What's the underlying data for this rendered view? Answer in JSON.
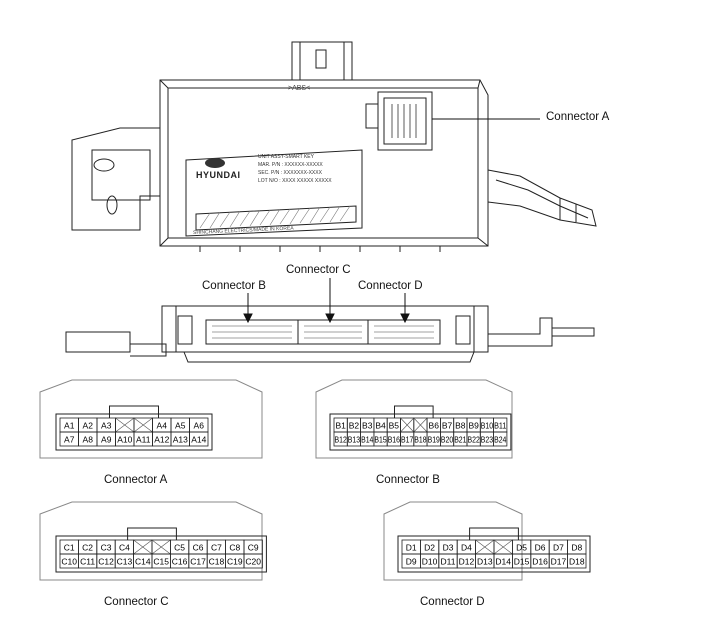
{
  "callouts": {
    "connector_a": "Connector A",
    "connector_b": "Connector B",
    "connector_c": "Connector C",
    "connector_d": "Connector D"
  },
  "module_label": {
    "marking": ">ABS<",
    "brand": "HYUNDAI",
    "info_lines": [
      "UNIT ASSY-SMART KEY",
      "MAR. P/N : XXXXXX-XXXXX",
      "SEC. P/N : XXXXXXX-XXXX",
      "LOT N/O : XXXX XXXXX XXXXX"
    ],
    "maker": "SHINCHANG ELECTRICS/MADE IN KOREA"
  },
  "connectors": [
    {
      "id": "A",
      "caption": "Connector A",
      "top_row": [
        "A1",
        "A2",
        "A3",
        "",
        "",
        "A4",
        "A5",
        "A6"
      ],
      "bottom_row": [
        "A7",
        "A8",
        "A9",
        "A10",
        "A11",
        "A12",
        "A13",
        "A14"
      ]
    },
    {
      "id": "B",
      "caption": "Connector B",
      "top_row": [
        "B1",
        "B2",
        "B3",
        "B4",
        "B5",
        "",
        "",
        "B6",
        "B7",
        "B8",
        "B9",
        "B10",
        "B11"
      ],
      "bottom_row": [
        "B12",
        "B13",
        "B14",
        "B15",
        "B16",
        "B17",
        "B18",
        "B19",
        "B20",
        "B21",
        "B22",
        "B23",
        "B24"
      ]
    },
    {
      "id": "C",
      "caption": "Connector C",
      "top_row": [
        "C1",
        "C2",
        "C3",
        "C4",
        "",
        "",
        "C5",
        "C6",
        "C7",
        "C8",
        "C9"
      ],
      "bottom_row": [
        "C10",
        "C11",
        "C12",
        "C13",
        "C14",
        "C15",
        "C16",
        "C17",
        "C18",
        "C19",
        "C20"
      ]
    },
    {
      "id": "D",
      "caption": "Connector D",
      "top_row": [
        "D1",
        "D2",
        "D3",
        "D4",
        "",
        "",
        "D5",
        "D6",
        "D7",
        "D8"
      ],
      "bottom_row": [
        "D9",
        "D10",
        "D11",
        "D12",
        "D13",
        "D14",
        "D15",
        "D16",
        "D17",
        "D18"
      ]
    }
  ]
}
